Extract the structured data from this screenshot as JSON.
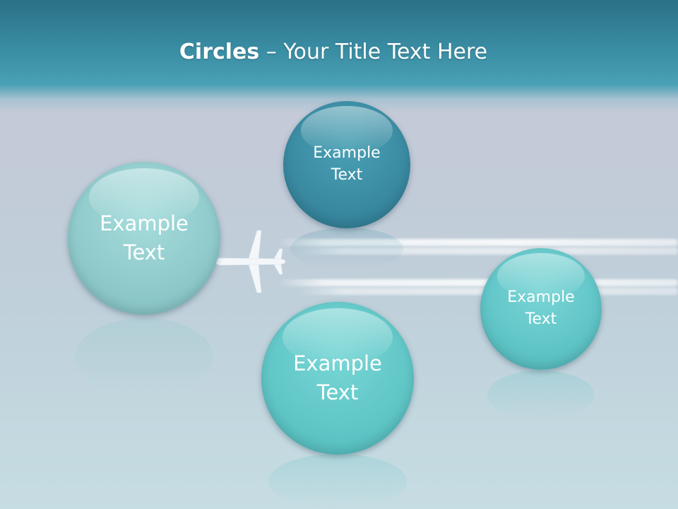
{
  "title": {
    "bold_part": "Circles",
    "rest": " – Your Title Text Here"
  },
  "circles": [
    {
      "id": "left",
      "line1": "Example",
      "line2": "Text"
    },
    {
      "id": "top",
      "line1": "Example",
      "line2": "Text"
    },
    {
      "id": "right",
      "line1": "Example",
      "line2": "Text"
    },
    {
      "id": "bottom",
      "line1": "Example",
      "line2": "Text"
    }
  ],
  "colors": {
    "header": "#3a8ea4",
    "circle_left": "#91cbcc",
    "circle_top": "#3b8ca3",
    "circle_right": "#62c6c8",
    "circle_bottom": "#62c7c7"
  },
  "icons": {
    "plane": "airplane-icon"
  }
}
